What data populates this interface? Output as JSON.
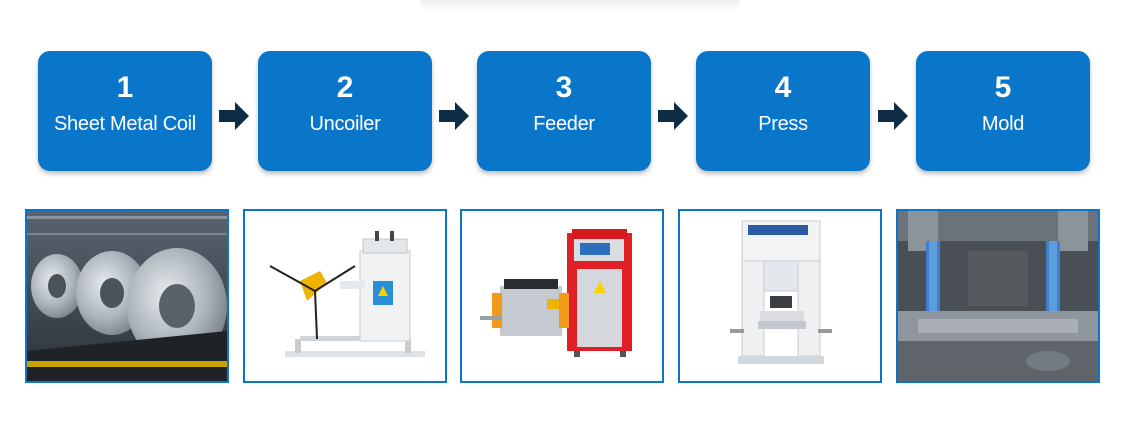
{
  "steps": [
    {
      "number": "1",
      "label": "Sheet Metal Coil"
    },
    {
      "number": "2",
      "label": "Uncoiler"
    },
    {
      "number": "3",
      "label": "Feeder"
    },
    {
      "number": "4",
      "label": "Press"
    },
    {
      "number": "5",
      "label": "Mold"
    }
  ],
  "colors": {
    "step_box": "#0a76c9",
    "arrow": "#0f2c45",
    "panel_border": "#0a76c9"
  },
  "icons": [
    "arrow-right-icon"
  ]
}
